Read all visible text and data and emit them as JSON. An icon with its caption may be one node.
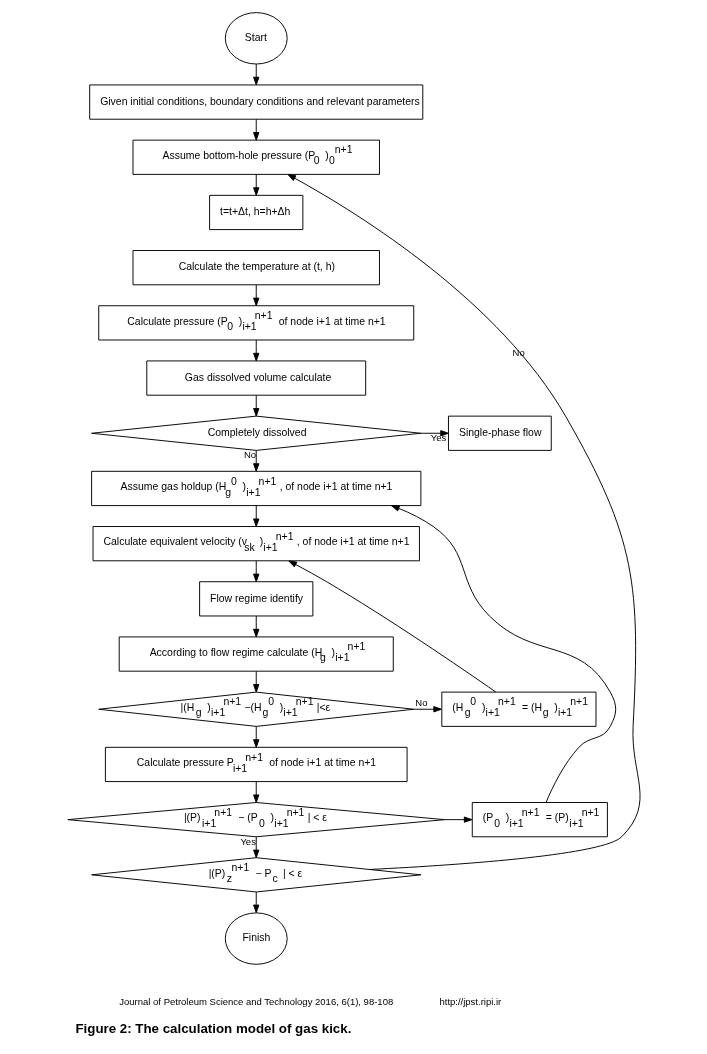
{
  "diagram": {
    "caption": "Figure 2: The calculation model of gas kick.",
    "nodes": [
      {
        "text": [
          "Start"
        ]
      },
      {
        "text": [
          "Given initial conditions, boundary conditions and relevant parameters"
        ]
      },
      {
        "text": [
          "Assume bottom-hole pressure (P$_{0}$)$_{0}$$^{n+1}$"
        ]
      },
      {
        "text": [
          "t=t+Δt, h=h+Δh"
        ]
      },
      {
        "text": [
          "Calculate the temperature at (t, h)"
        ]
      },
      {
        "text": [
          "Calculate pressure (P$_{0}$)$_{i+1}$$^{n+1}$ of node i+1 at time n+1"
        ]
      },
      {
        "text": [
          "Gas dissolved volume calculate"
        ]
      },
      {
        "text": [
          "Completely dissolved"
        ]
      },
      {
        "text": [
          "Single-phase flow"
        ]
      },
      {
        "text": [
          "Assume gas holdup (H$_{g}$$^{0}$)$_{i+1}$$^{n+1}$, of node i+1 at time n+1"
        ]
      },
      {
        "text": [
          "Calculate equivalent velocity (v$_{sk}$)$_{i+1}$$^{n+1}$, of node i+1 at time n+1"
        ]
      },
      {
        "text": [
          "Flow regime identify"
        ]
      },
      {
        "text": [
          "According to flow regime calculate (H$_{g}$)$_{i+1}$$^{n+1}$"
        ]
      },
      {
        "text": [
          "|(H$_{g}$)$_{i+1}$$^{n+1}$−(H$_{g}$$^{0}$)$_{i+1}$$^{n+1}$|<ε"
        ]
      },
      {
        "text": [
          "(H$_{g}$$^{0}$)$_{i+1}$$^{n+1}$ = (H$_{g}$)$_{i+1}$$^{n+1}$"
        ]
      },
      {
        "text": [
          "Calculate pressure P$_{i+1}$$^{n+1}$ of node i+1 at time n+1"
        ]
      },
      {
        "text": [
          "|(P)$_{i+1}$$^{n+1}$ − (P$_{0}$)$_{i+1}$$^{n+1}$| < ε"
        ]
      },
      {
        "text": [
          "(P$_{0}$)$_{i+1}$$^{n+1}$ = (P)$_{i+1}$$^{n+1}$"
        ]
      },
      {
        "text": [
          "|(P)$_{z}$$^{n+1}$ − P$_{c}$| < ε"
        ]
      },
      {
        "text": [
          "Finish"
        ]
      }
    ],
    "edges": [
      {
        "from": 0,
        "to": 1,
        "arrow": "to"
      },
      {
        "from": 1,
        "to": 2,
        "arrow": "to"
      },
      {
        "from": 2,
        "to": 3,
        "arrow": "to"
      },
      {
        "from": 4,
        "to": 5,
        "arrow": "to"
      },
      {
        "from": 5,
        "to": 6,
        "arrow": "to"
      },
      {
        "from": 6,
        "to": 7,
        "arrow": "to"
      },
      {
        "from": 7,
        "to": 8,
        "arrow": "to",
        "label": "Yes"
      },
      {
        "from": 7,
        "to": 9,
        "arrow": "to",
        "label": "No"
      },
      {
        "from": 9,
        "to": 10,
        "arrow": "to"
      },
      {
        "from": 10,
        "to": 11,
        "arrow": "to"
      },
      {
        "from": 11,
        "to": 12,
        "arrow": "to"
      },
      {
        "from": 12,
        "to": 13,
        "arrow": "to"
      },
      {
        "from": 13,
        "to": 14,
        "arrow": "to",
        "label": "No"
      },
      {
        "from": 14,
        "to": 10,
        "arrow": "to"
      },
      {
        "from": 13,
        "to": 15,
        "arrow": "to"
      },
      {
        "from": 15,
        "to": 16,
        "arrow": "to"
      },
      {
        "from": 16,
        "to": 17,
        "arrow": "to"
      },
      {
        "from": 17,
        "to": 9,
        "arrow": "to"
      },
      {
        "from": 16,
        "to": 18,
        "arrow": "to",
        "label": "Yes"
      },
      {
        "from": 18,
        "to": 2,
        "arrow": "to",
        "label": "No"
      },
      {
        "from": 18,
        "to": 19,
        "arrow": "to"
      }
    ],
    "labels": [
      "Journal of Petroleum Science and Technology 2016, 6(1), 98-108",
      "http://jpst.ripi.ir"
    ]
  }
}
